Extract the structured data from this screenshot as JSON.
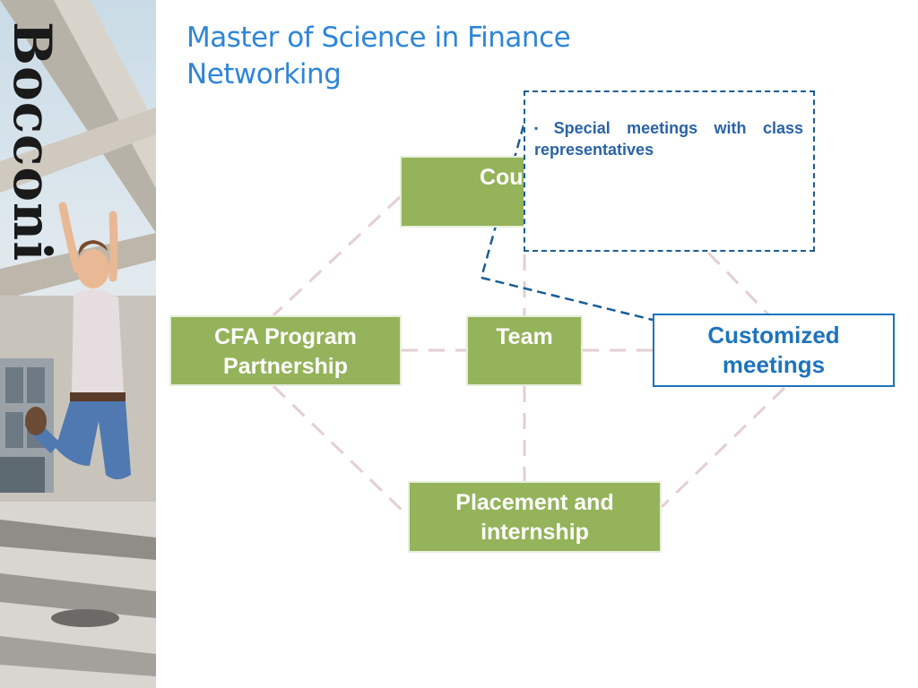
{
  "slide": {
    "logo": "Bocconi",
    "title_lines": [
      "Master of Science in Finance",
      "Networking"
    ]
  },
  "diagram": {
    "nodes": {
      "courses": "Courses",
      "cfa": "CFA Program Partnership",
      "team": "Team",
      "customized": "Customized meetings",
      "placement": "Placement and internship"
    },
    "callout": {
      "bullet": "▪",
      "text": "Special meetings with class representatives"
    }
  },
  "colors": {
    "title": "#2f86d6",
    "node_fill": "#94b35a",
    "highlight": "#1e74bb",
    "connector": "#e3cfd2",
    "callout_border": "#1a5d96"
  }
}
